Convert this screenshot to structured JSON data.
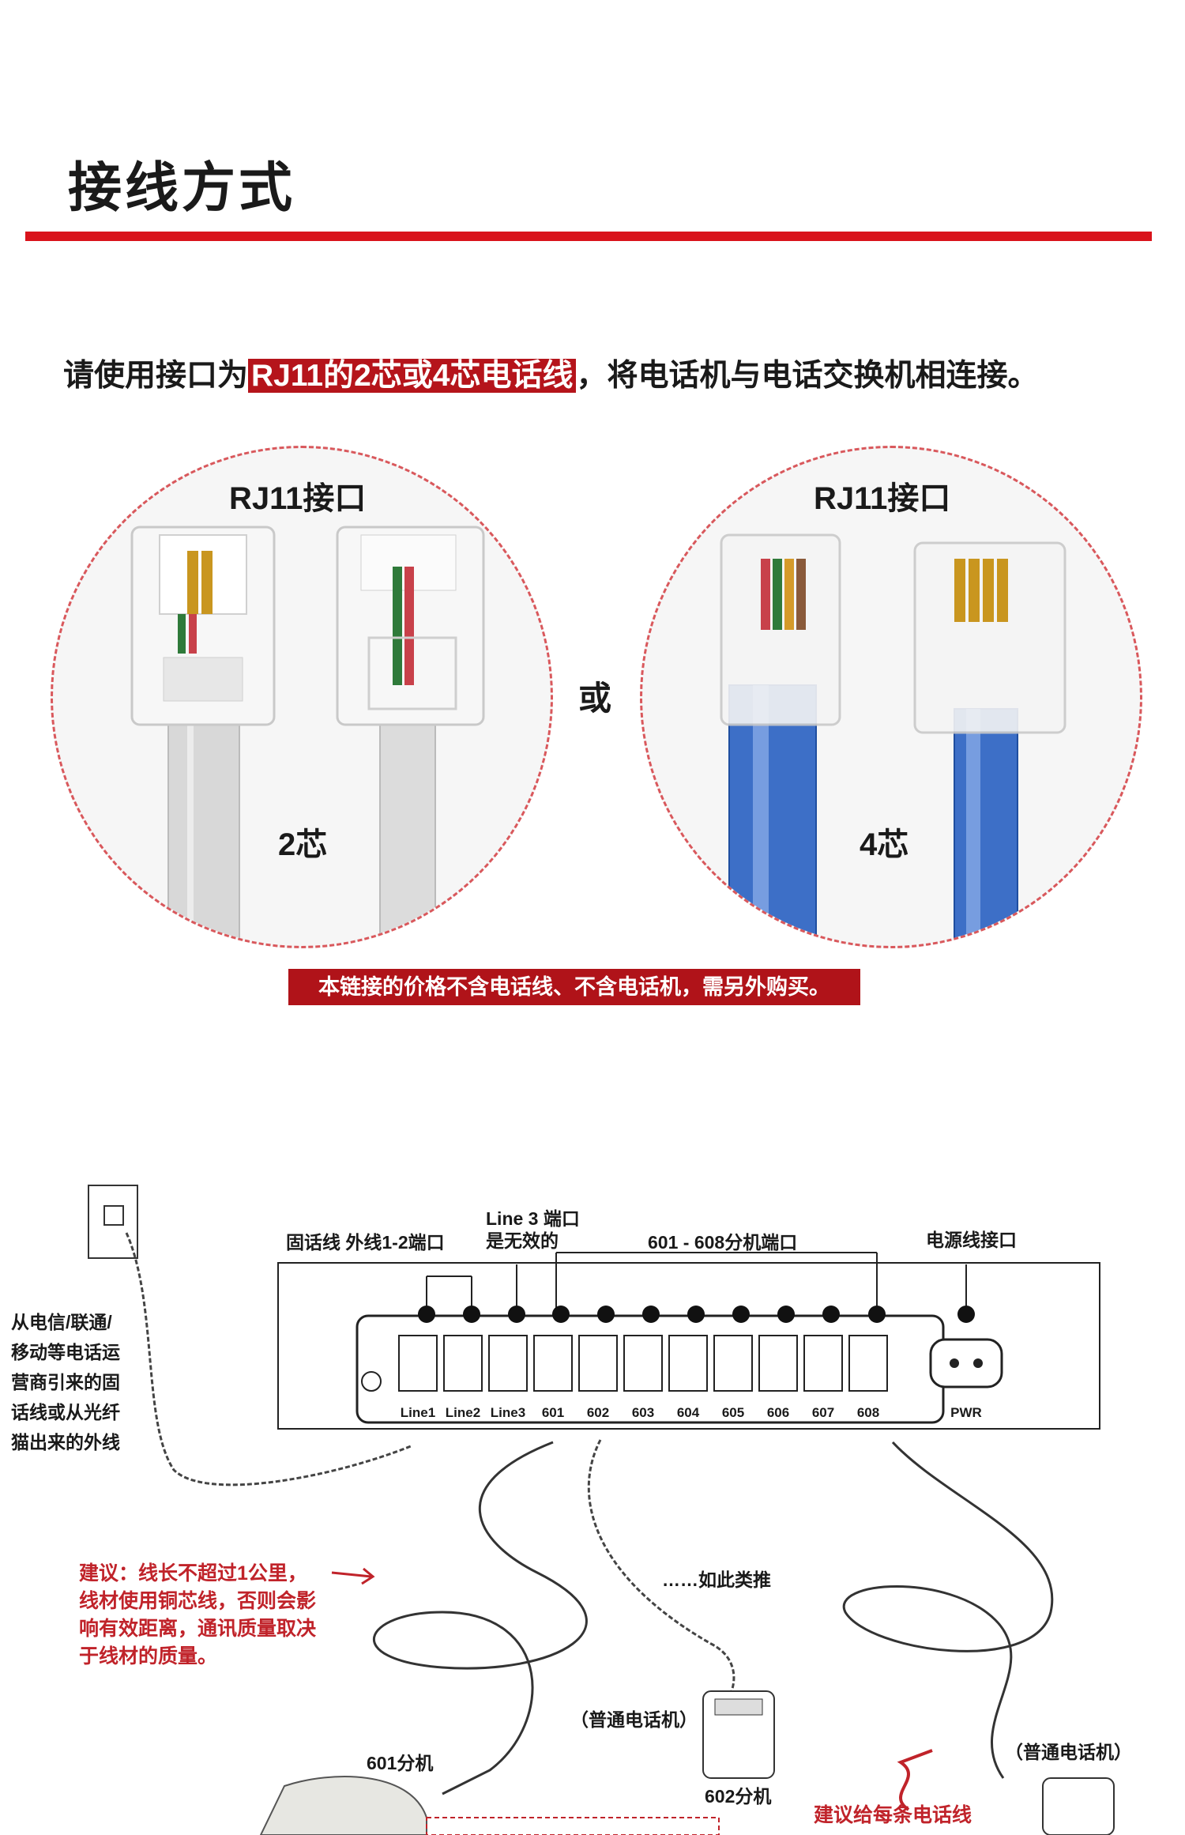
{
  "header": {
    "title": "接线方式"
  },
  "instruction": {
    "prefix": "请使用接口为",
    "highlight": "RJ11的2芯或4芯电话线",
    "suffix": "，将电话机与电话交换机相连接。"
  },
  "connectors": {
    "left": {
      "title": "RJ11接口",
      "cores": "2芯"
    },
    "right": {
      "title": "RJ11接口",
      "cores": "4芯"
    },
    "or": "或"
  },
  "notice": "本链接的价格不含电话线、不含电话机，需另外购买。",
  "diagram": {
    "labels": {
      "external_ports": "固话线 外线1-2端口",
      "line3_title": "Line 3 端口",
      "line3_note": "是无效的",
      "extension_ports": "601 - 608分机端口",
      "power_port": "电源线接口",
      "external_source": [
        "从电信/联通/",
        "移动等电话运",
        "营商引来的固",
        "话线或从光纤",
        "猫出来的外线"
      ],
      "advice": [
        "建议：线长不超过1公里，",
        "线材使用铜芯线，否则会影",
        "响有效距离，通讯质量取决",
        "于线材的质量。"
      ],
      "etc": "……如此类推",
      "phone_602_type": "（普通电话机）",
      "phone_602": "602分机",
      "phone_601": "601分机",
      "phone_608_type": "（普通电话机）",
      "suggest_bottom": "建议给每条电话线"
    },
    "ports": [
      "Line1",
      "Line2",
      "Line3",
      "601",
      "602",
      "603",
      "604",
      "605",
      "606",
      "607",
      "608"
    ],
    "power_label": "PWR"
  }
}
